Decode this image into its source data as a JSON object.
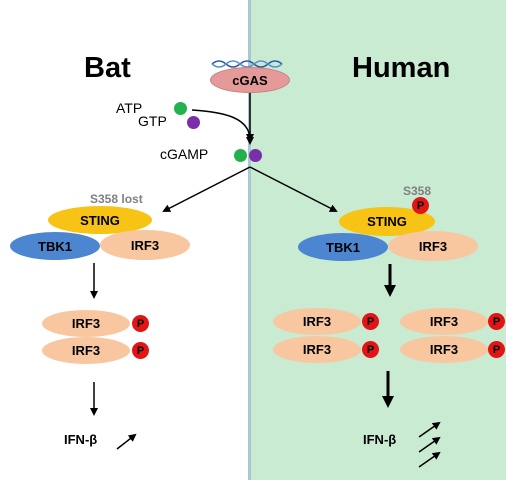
{
  "panels": {
    "left_title": "Bat",
    "right_title": "Human"
  },
  "top": {
    "cgas": "cGAS",
    "atp": "ATP",
    "gtp": "GTP",
    "cgamp": "cGAMP"
  },
  "bat": {
    "note": "S358 lost",
    "sting": "STING",
    "tbk1": "TBK1",
    "irf3": "IRF3",
    "irf3_dimer": [
      "IRF3",
      "IRF3"
    ],
    "phospho": "P",
    "ifn": "IFN-β"
  },
  "human": {
    "note": "S358",
    "sting": "STING",
    "tbk1": "TBK1",
    "irf3": "IRF3",
    "irf3_dimers": [
      [
        "IRF3",
        "IRF3"
      ],
      [
        "IRF3",
        "IRF3"
      ]
    ],
    "phospho": "P",
    "ifn": "IFN-β"
  },
  "colors": {
    "human_panel": "#c8ebd2",
    "divider": "#a8c8d4",
    "sting": "#f7c315",
    "tbk1": "#4c86d1",
    "irf3": "#f8c7a0",
    "cgas": "#e59a9a",
    "phosphate": "#e31414",
    "atp": "#22b14c",
    "gtp": "#7a2fa8"
  }
}
